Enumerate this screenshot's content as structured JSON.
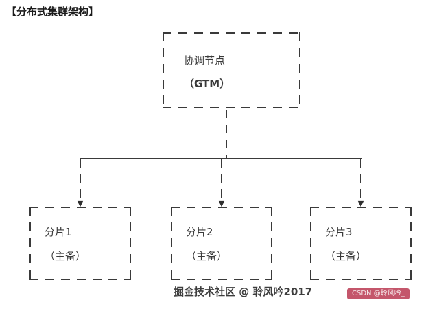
{
  "title": "【分布式集群架构】",
  "diagram": {
    "root_node": {
      "line1": "协调节点",
      "line2": "（GTM）"
    },
    "shards": [
      {
        "line1": "分片1",
        "line2": "（主备）"
      },
      {
        "line1": "分片2",
        "line2": "（主备）"
      },
      {
        "line1": "分片3",
        "line2": "（主备）"
      }
    ],
    "arrow_glyph": "▼"
  },
  "footer": {
    "center_watermark": "掘金技术社区 @ 聆风吟2017",
    "badge_watermark": "CSDN @聆风吟_"
  },
  "colors": {
    "line": "#3a3a3a",
    "text": "#333333",
    "badge_bg": "#c4566b",
    "badge_text": "#f6e8ea"
  }
}
